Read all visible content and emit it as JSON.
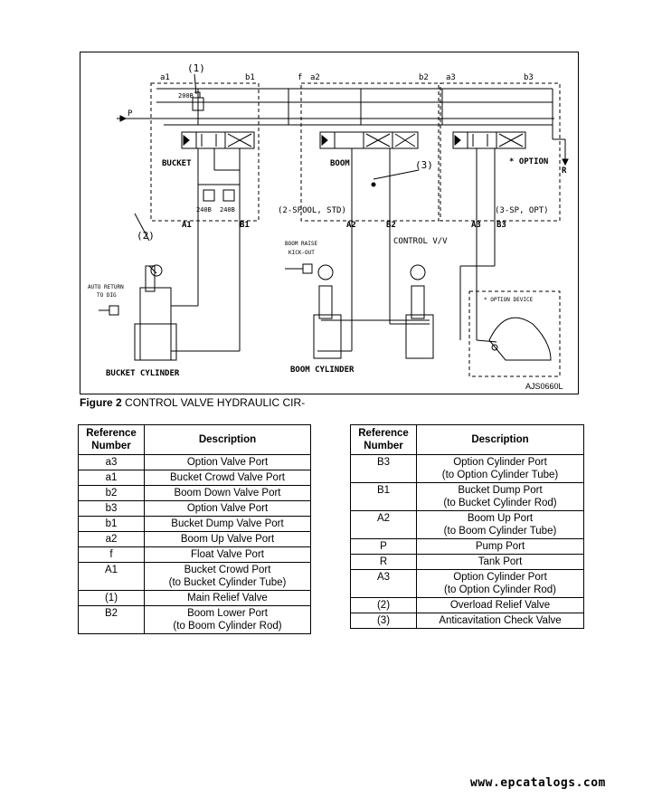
{
  "figure": {
    "id_code": "AJS0660L",
    "labels": {
      "a1": "a1",
      "b1": "b1",
      "f": "f",
      "a2": "a2",
      "b2": "b2",
      "a3": "a3",
      "b3": "b3",
      "p": "P",
      "r": "R",
      "num1": "(1)",
      "num2": "(2)",
      "num3": "(3)",
      "v200b": "200B",
      "v240b_left": "240B",
      "v240b_right": "240B",
      "bucket": "BUCKET",
      "boom": "BOOM",
      "option": "* OPTION",
      "spool2": "(2-SPOOL, STD)",
      "spool3": "(3-SP, OPT)",
      "A1": "A1",
      "B1": "B1",
      "A2": "A2",
      "B2": "B2",
      "A3": "A3",
      "B3": "B3",
      "control_vv": "CONTROL V/V",
      "boom_raise": "BOOM RAISE",
      "kick_out": "KICK-OUT",
      "auto_return": "AUTO RETURN",
      "to_dig": "TO DIG",
      "bucket_cylinder": "BUCKET CYLINDER",
      "boom_cylinder": "BOOM CYLINDER",
      "option_device": "* OPTION DEVICE"
    }
  },
  "caption": {
    "bold": "Figure 2",
    "text": " CONTROL VALVE HYDRAULIC CIR-"
  },
  "table_headers": {
    "ref": "Reference Number",
    "desc": "Description"
  },
  "table_left": [
    {
      "ref": "a3",
      "desc": "Option Valve Port"
    },
    {
      "ref": "a1",
      "desc": "Bucket Crowd Valve Port"
    },
    {
      "ref": "b2",
      "desc": "Boom Down Valve Port"
    },
    {
      "ref": "b3",
      "desc": "Option Valve Port"
    },
    {
      "ref": "b1",
      "desc": "Bucket Dump Valve Port"
    },
    {
      "ref": "a2",
      "desc": "Boom Up Valve Port"
    },
    {
      "ref": "f",
      "desc": "Float Valve Port"
    },
    {
      "ref": "A1",
      "desc": "Bucket Crowd Port",
      "desc2": "(to Bucket Cylinder Tube)"
    },
    {
      "ref": "(1)",
      "desc": "Main Relief Valve"
    },
    {
      "ref": "B2",
      "desc": "Boom Lower Port",
      "desc2": "(to Boom Cylinder Rod)"
    }
  ],
  "table_right": [
    {
      "ref": "B3",
      "desc": "Option Cylinder Port",
      "desc2": "(to Option Cylinder Tube)"
    },
    {
      "ref": "B1",
      "desc": "Bucket Dump Port",
      "desc2": "(to Bucket Cylinder Rod)"
    },
    {
      "ref": "A2",
      "desc": "Boom Up Port",
      "desc2": "(to Boom Cylinder Tube)"
    },
    {
      "ref": "P",
      "desc": "Pump Port"
    },
    {
      "ref": "R",
      "desc": "Tank Port"
    },
    {
      "ref": "A3",
      "desc": "Option Cylinder Port",
      "desc2": "(to Option Cylinder Rod)"
    },
    {
      "ref": "(2)",
      "desc": "Overload Relief Valve"
    },
    {
      "ref": "(3)",
      "desc": "Anticavitation Check Valve"
    }
  ],
  "footer": "www.epcatalogs.com"
}
